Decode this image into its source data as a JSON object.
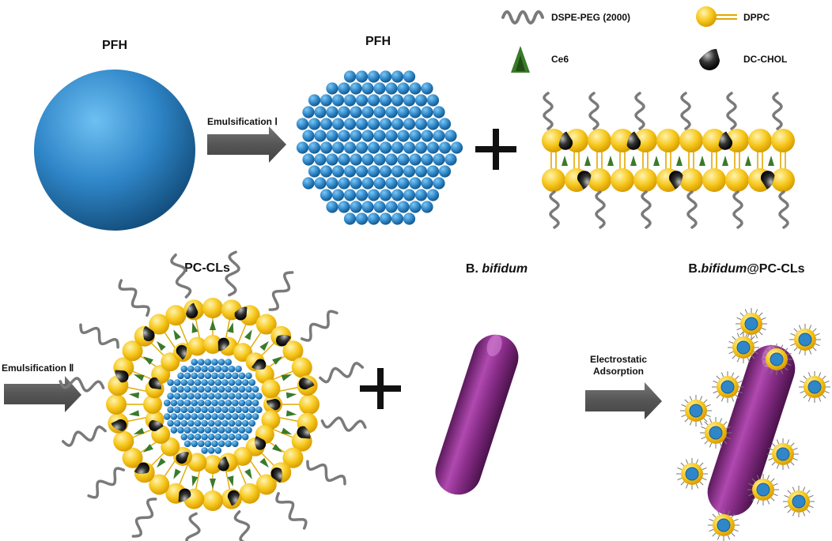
{
  "labels": {
    "pfh_left": "PFH",
    "pfh_right": "PFH",
    "emulsification_1": "Emulsification Ⅰ",
    "emulsification_2": "Emulsification Ⅱ",
    "pc_cls": "PC-CLs",
    "b_bifidum_prefix": "B. ",
    "b_bifidum_italic": "bifidum",
    "bb_prefix": "B.",
    "bb_italic": "bifidum",
    "bb_suffix": "@PC-CLs",
    "electrostatic": "Electrostatic",
    "adsorption": "Adsorption"
  },
  "legend": {
    "dspe": "DSPE-PEG (2000)",
    "dppc": "DPPC",
    "ce6": "Ce6",
    "dc_chol": "DC-CHOL"
  },
  "colors": {
    "pfh_blue": "#2f86c8",
    "lipid_yellow": "#f5c518",
    "ce6_green": "#3a7a2a",
    "bacteria_purple": "#8a2e8a",
    "arrow_gray": "#555555",
    "peg_gray": "#7a7a7a"
  }
}
